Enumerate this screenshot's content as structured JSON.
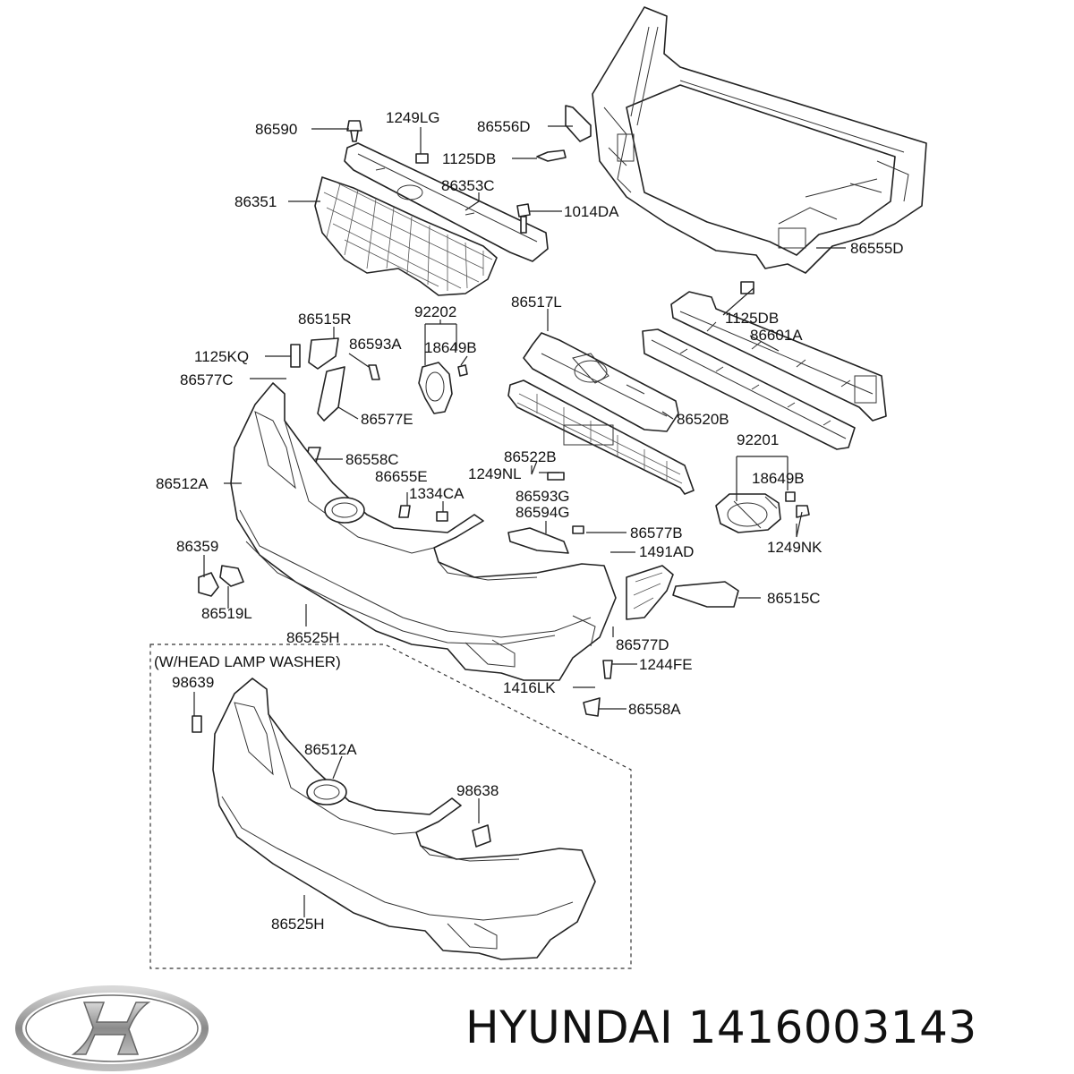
{
  "caption": {
    "brand": "HYUNDAI",
    "part_number": "1416003143"
  },
  "logo": {
    "icon": "hyundai-logo-icon",
    "color": "#9a9a9a"
  },
  "inset": {
    "title": "(W/HEAD LAMP WASHER)"
  },
  "labels": [
    "86590",
    "1249LG",
    "86556D",
    "1125DB",
    "86351",
    "86353C",
    "1014DA",
    "86555D",
    "86515R",
    "92202",
    "86517L",
    "1125DB",
    "1125KQ",
    "86593A",
    "18649B",
    "86601A",
    "86577C",
    "86577E",
    "86520B",
    "86558C",
    "86522B",
    "92201",
    "86512A",
    "86655E",
    "1249NL",
    "18649B",
    "1334CA",
    "86593G",
    "86594G",
    "86359",
    "86577B",
    "1249NK",
    "1491AD",
    "86515C",
    "86519L",
    "86525H",
    "86577D",
    "1244FE",
    "1416LK",
    "86558A",
    "98639",
    "86512A",
    "98638",
    "86525H"
  ]
}
